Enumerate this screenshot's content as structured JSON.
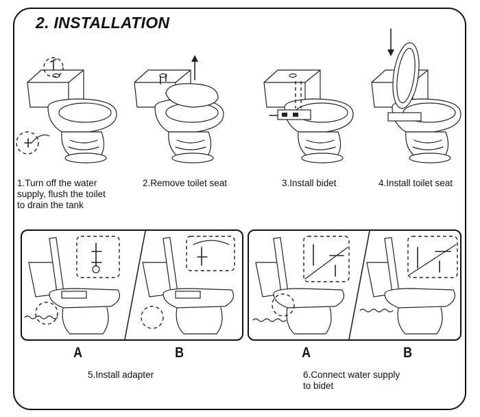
{
  "section_title": "2. INSTALLATION",
  "steps": [
    {
      "caption": "1.Turn off the water\n supply, flush the toilet\n to drain the tank",
      "icon": "toilet-shutoff-valve-icon"
    },
    {
      "caption": "2.Remove  toilet seat",
      "icon": "toilet-seat-removal-icon"
    },
    {
      "caption": "3.Install bidet",
      "icon": "bidet-install-icon"
    },
    {
      "caption": "4.Install toilet seat",
      "icon": "seat-reinstall-icon"
    }
  ],
  "panels": [
    {
      "caption": "5.Install adapter",
      "labels": [
        "A",
        "B"
      ]
    },
    {
      "caption": "6.Connect water supply\n to bidet",
      "labels": [
        "A",
        "B"
      ]
    }
  ]
}
